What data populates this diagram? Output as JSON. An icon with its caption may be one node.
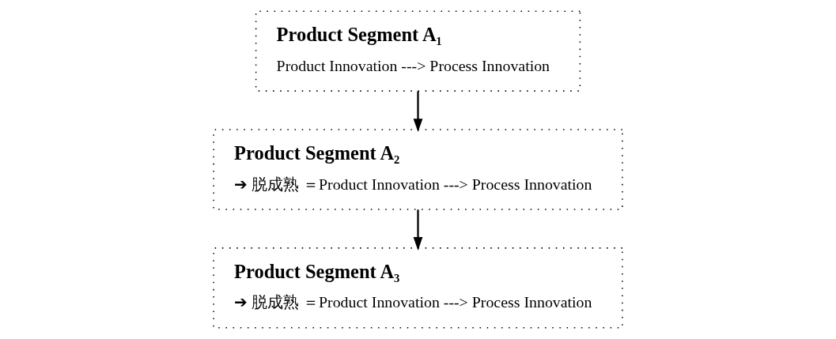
{
  "diagram": {
    "nodes": [
      {
        "text": [
          "Product Segment A₁",
          "Product Innovation ---> Process Innovation"
        ]
      },
      {
        "text": [
          "Product Segment A₂",
          "➔ 脱成熟 ＝Product Innovation ---> Process Innovation"
        ]
      },
      {
        "text": [
          "Product Segment A₃",
          "➔ 脱成熟 ＝Product Innovation ---> Process Innovation"
        ]
      }
    ],
    "edges": [
      {
        "from": 0,
        "to": 1,
        "arrow": "to"
      },
      {
        "from": 1,
        "to": 2,
        "arrow": "to"
      }
    ]
  }
}
